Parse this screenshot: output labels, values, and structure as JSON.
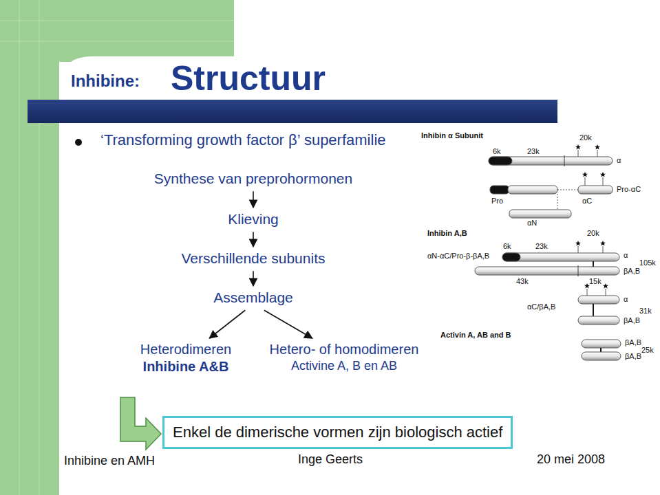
{
  "diagram": {
    "title": "Inhibine:",
    "nodes": [
      {
        "text": [
          "Synthese van preprohormonen"
        ]
      },
      {
        "text": [
          "Klieving"
        ]
      },
      {
        "text": [
          "Verschillende subunits"
        ]
      },
      {
        "text": [
          "Assemblage"
        ]
      },
      {
        "text": [
          "Heterodimeren",
          "Inhibine A&B"
        ]
      },
      {
        "text": [
          "Hetero- of homodimeren",
          "Activine A, B en AB"
        ]
      },
      {
        "text": [
          "Enkel de dimerische vormen zijn biologisch actief"
        ]
      }
    ],
    "edges": [
      {
        "from": 0,
        "to": 1,
        "arrow": "to"
      },
      {
        "from": 1,
        "to": 2,
        "arrow": "to"
      },
      {
        "from": 2,
        "to": 3,
        "arrow": "to"
      },
      {
        "from": 3,
        "to": 4,
        "arrow": "to"
      },
      {
        "from": 3,
        "to": 5,
        "arrow": "to"
      }
    ],
    "labels": [
      "Structuur",
      "‘Transforming growth factor β’ superfamilie",
      "Inhibin α Subunit",
      "6k",
      "23k",
      "20k",
      "α",
      "Pro-αC",
      "Pro",
      "αC",
      "αN",
      "Inhibin A,B",
      "20k",
      "6k",
      "23k",
      "αN-αC/Pro-β-βA,B",
      "α",
      "βA,B",
      "105k",
      "43k",
      "15k",
      "αC/βA,B",
      "α",
      "βA,B",
      "31k",
      "Activin A, AB and B",
      "βA,B",
      "βA,B",
      "25k",
      "Inhibine en AMH",
      "Inge Geerts",
      "20 mei 2008"
    ]
  }
}
